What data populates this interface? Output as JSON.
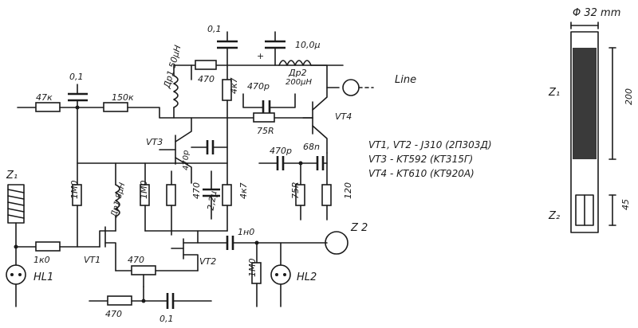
{
  "labels": {
    "r_47k": "47к",
    "c_01_left": "0,1",
    "r_150k": "150к",
    "l_dr1_top": "Др1 50μH",
    "r_470_top": "470",
    "c_01_top": "0,1",
    "c_10u": "10,0μ",
    "l_dr2": "Др2",
    "l_dr2_val": "200μH",
    "line": "Line",
    "r_4k7_mid": "4к7",
    "c_470p_a": "470p",
    "r_75r_top": "75R",
    "vt4": "VT4",
    "vt3": "VT3",
    "c_470p_vt3": "470p",
    "c_470p_b": "470p",
    "c_68n": "68n",
    "z1_left": "Z₁",
    "r_1m0_a": "1М0",
    "l_dr1_low": "Др1 8μH",
    "r_1m0_b": "1М0",
    "r_470_mid": "470",
    "c_22u": "2,2μ",
    "r_4k7_low": "4к7",
    "r_75r_low": "75R",
    "r_120": "120",
    "r_1k0": "1к0",
    "vt1": "VT1",
    "hl1": "HL1",
    "r_470_vt2": "470",
    "vt2": "VT2",
    "c_1n0": "1н0",
    "z2_left": "Z 2",
    "r_1m0_c": "1М0",
    "hl2": "HL2",
    "r_470_bot": "470",
    "c_01_bot": "0,1"
  },
  "table": [
    "VT1, VT2 - J310 (2П303Д)",
    "VT3 - KT592 (KT315Г)",
    "VT4 - KT610 (KT920A)"
  ],
  "probe": {
    "diameter": "Φ 32 mm",
    "z1": "Z₁",
    "z2": "Z₂",
    "dim_200": "200",
    "dim_45": "45"
  }
}
